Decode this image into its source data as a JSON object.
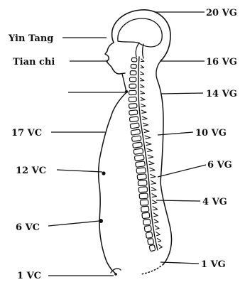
{
  "labels": {
    "yin_tang": "Yin Tang",
    "tian_chi": "Tian chi",
    "vg_20": "20 VG",
    "vg_16": "16 VG",
    "vg_14": "14 VG",
    "vg_10": "10 VG",
    "vg_6": "6 VG",
    "vg_4": "4 VG",
    "vg_1": "1 VG",
    "vc_17": "17 VC",
    "vc_12": "12 VC",
    "vc_6": "6 VC",
    "vc_1": "1 VC"
  },
  "colors": {
    "ink": "#111111",
    "background": "#ffffff"
  }
}
